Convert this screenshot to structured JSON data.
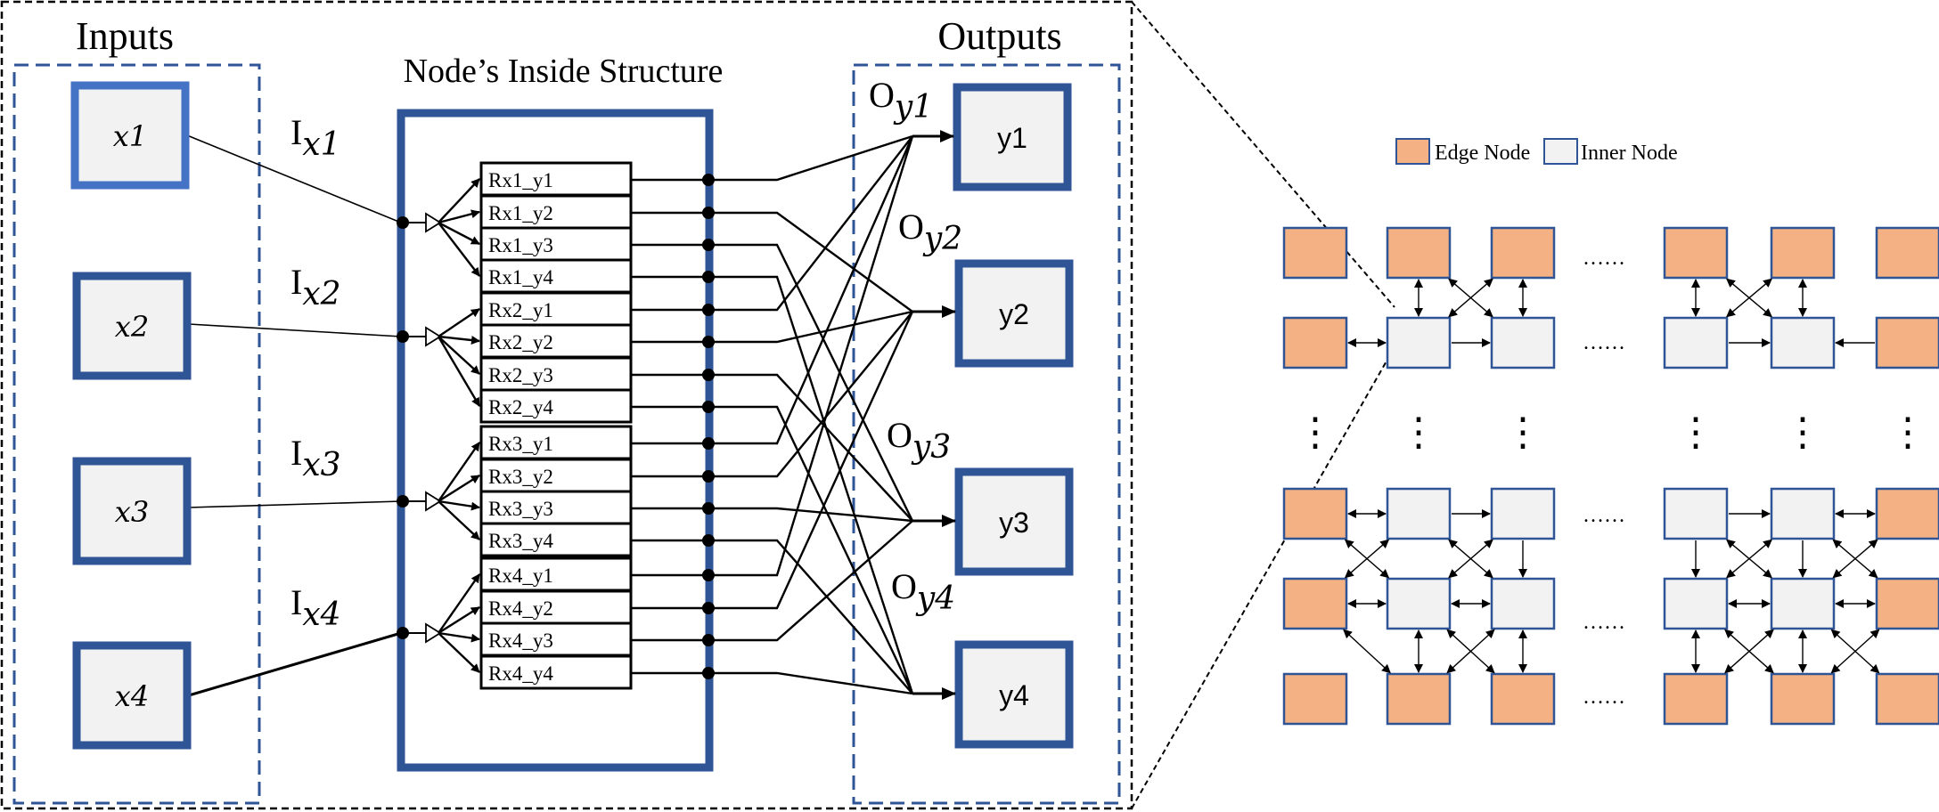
{
  "colors": {
    "frame_blue": "#2F5597",
    "input_box_blue": "#4472C4",
    "box_fill": "#F2F2F2",
    "edge_node_fill": "#F4B183",
    "inner_node_fill": "#F2F2F2",
    "node_border": "#2F5597",
    "line": "#000000"
  },
  "inputs_section": {
    "title": "Inputs",
    "nodes": [
      "x1",
      "x2",
      "x3",
      "x4"
    ]
  },
  "outputs_section": {
    "title": "Outputs",
    "nodes": [
      "y1",
      "y2",
      "y3",
      "y4"
    ]
  },
  "node_structure": {
    "title": "Node’s Inside Structure",
    "rows": [
      "Rx1_y1",
      "Rx1_y2",
      "Rx1_y3",
      "Rx1_y4",
      "Rx2_y1",
      "Rx2_y2",
      "Rx2_y3",
      "Rx2_y4",
      "Rx3_y1",
      "Rx3_y2",
      "Rx3_y3",
      "Rx3_y4",
      "Rx4_y1",
      "Rx4_y2",
      "Rx4_y3",
      "Rx4_y4"
    ]
  },
  "input_labels": [
    {
      "prefix": "I",
      "sub": "x1"
    },
    {
      "prefix": "I",
      "sub": "x2"
    },
    {
      "prefix": "I",
      "sub": "x3"
    },
    {
      "prefix": "I",
      "sub": "x4"
    }
  ],
  "output_labels": [
    {
      "prefix": "O",
      "sub": "y1"
    },
    {
      "prefix": "O",
      "sub": "y2"
    },
    {
      "prefix": "O",
      "sub": "y3"
    },
    {
      "prefix": "O",
      "sub": "y4"
    }
  ],
  "legend": {
    "edge_node": "Edge Node",
    "inner_node": "Inner Node"
  },
  "grid": {
    "h_ellipsis": "……",
    "v_ellipsis": "⋮"
  }
}
